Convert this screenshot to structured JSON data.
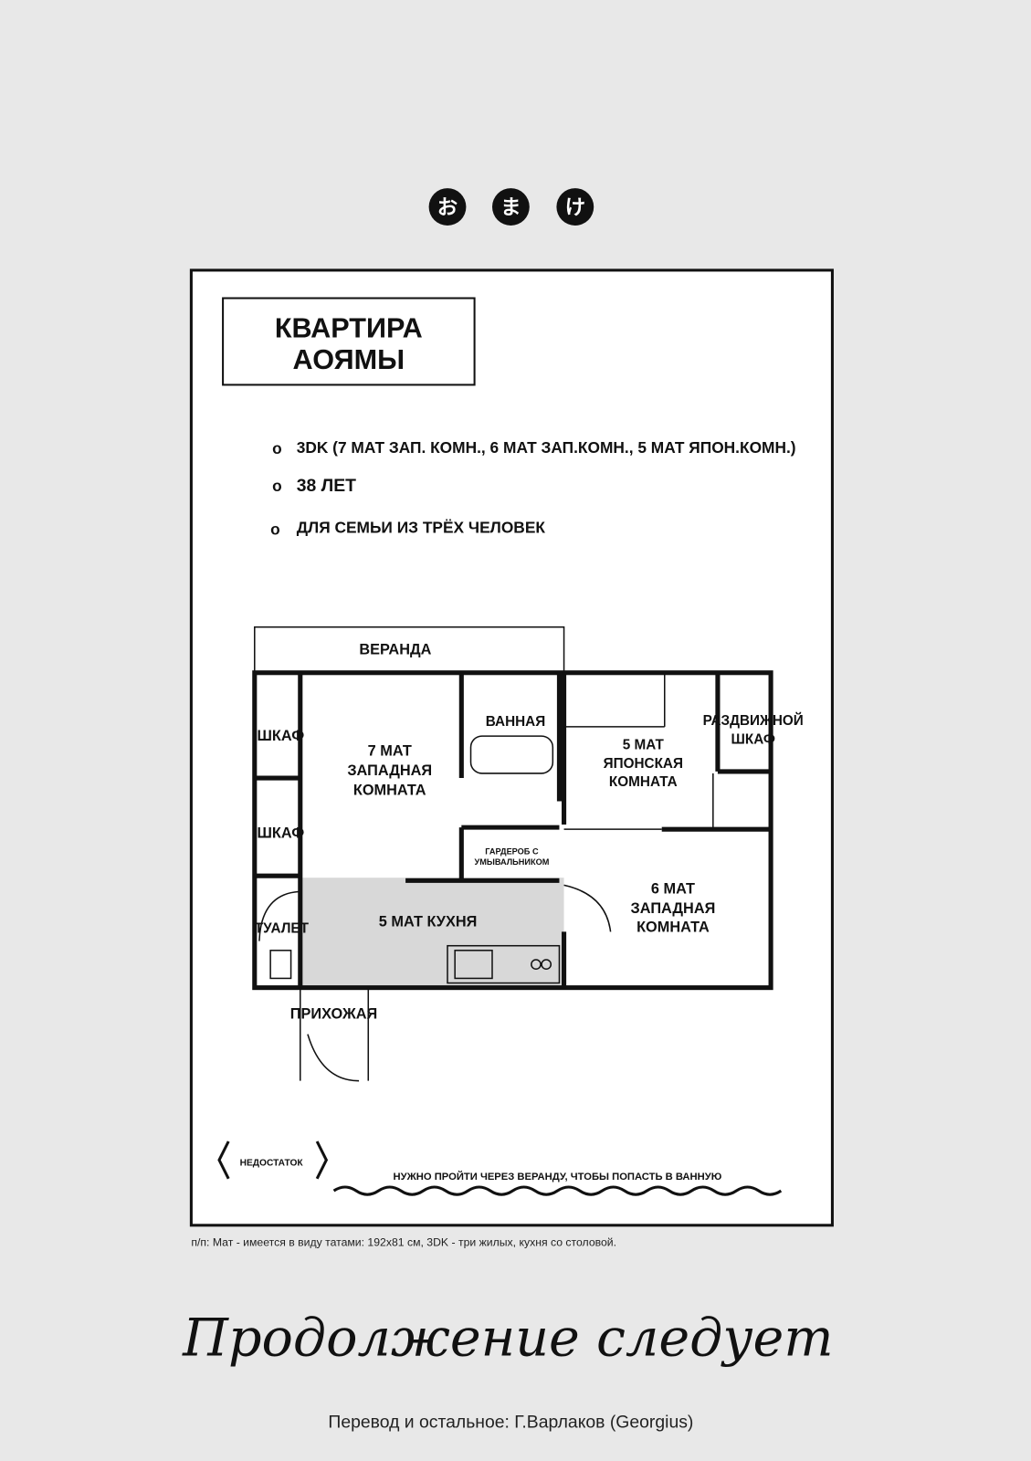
{
  "omake": [
    "お",
    "ま",
    "け"
  ],
  "title": {
    "line1": "КВАРТИРА",
    "line2": "АОЯМЫ"
  },
  "features": [
    "3DK (7 МАТ ЗАП. КОМН., 6 МАТ ЗАП.КОМН., 5 МАТ ЯПОН.КОМН.)",
    "38 ЛЕТ",
    "ДЛЯ СЕМЬИ ИЗ ТРЁХ ЧЕЛОВЕК"
  ],
  "bullet": "o",
  "plan": {
    "veranda": "ВЕРАНДА",
    "closet1": "ШКАФ",
    "closet2": "ШКАФ",
    "room7": [
      "7 МАТ",
      "ЗАПАДНАЯ",
      "КОМНАТА"
    ],
    "bath": "ВАННАЯ",
    "sliding": [
      "РАЗДВИЖНОЙ",
      "ШКАФ"
    ],
    "japanese": [
      "5 МАТ",
      "ЯПОНСКАЯ",
      "КОМНАТА"
    ],
    "wardrobe": [
      "ГАРДЕРОБ С",
      "УМЫВАЛЬНИКОМ"
    ],
    "room6": [
      "6 МАТ",
      "ЗАПАДНАЯ",
      "КОМНАТА"
    ],
    "toilet": "ТУАЛЕТ",
    "kitchen": "5 МАТ КУХНЯ",
    "hall": "ПРИХОЖАЯ"
  },
  "drawback_label": "НЕДОСТАТОК",
  "drawback_text": "НУЖНО ПРОЙТИ ЧЕРЕЗ ВЕРАНДУ, ЧТОБЫ ПОПАСТЬ В ВАННУЮ",
  "footnote": "п/п: Мат - имеется в виду татами: 192x81 см, 3DK - три жилых, кухня со столовой.",
  "to_be_continued": "Продолжение следует",
  "credits": "Перевод и остальное: Г.Варлаков (Georgius)"
}
